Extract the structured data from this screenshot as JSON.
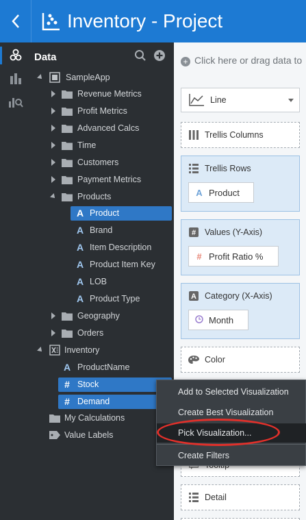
{
  "header": {
    "title": "Inventory - Project",
    "back_icon": "chevron-left-icon",
    "app_icon": "scatter-chart-icon",
    "bg": "#1d7ad3"
  },
  "rail": {
    "items": [
      {
        "icon": "data-elements-icon",
        "active": true
      },
      {
        "icon": "bar-chart-icon",
        "active": false
      },
      {
        "icon": "analytics-icon",
        "active": false
      }
    ]
  },
  "data_panel": {
    "title": "Data",
    "tree": [
      {
        "label": "SampleApp"
      },
      {
        "label": "Revenue Metrics"
      },
      {
        "label": "Profit Metrics"
      },
      {
        "label": "Advanced Calcs"
      },
      {
        "label": "Time"
      },
      {
        "label": "Customers"
      },
      {
        "label": "Payment Metrics"
      },
      {
        "label": "Products"
      },
      {
        "label": "Product"
      },
      {
        "label": "Brand"
      },
      {
        "label": "Item Description"
      },
      {
        "label": "Product Item Key"
      },
      {
        "label": "LOB"
      },
      {
        "label": "Product Type"
      },
      {
        "label": "Geography"
      },
      {
        "label": "Orders"
      },
      {
        "label": "Inventory"
      },
      {
        "label": "ProductName"
      },
      {
        "label": "Stock"
      },
      {
        "label": "Demand"
      },
      {
        "label": "My Calculations"
      },
      {
        "label": "Value Labels"
      }
    ]
  },
  "grammar": {
    "drop_hint": "Click here or drag data to",
    "viz_type": "Line",
    "zones": {
      "trellis_columns": "Trellis Columns",
      "trellis_rows": "Trellis Rows",
      "trellis_rows_pill": "Product",
      "values": "Values (Y-Axis)",
      "values_pill": "Profit Ratio %",
      "category": "Category (X-Axis)",
      "category_pill": "Month",
      "color": "Color",
      "tooltip": "Tooltip",
      "detail": "Detail"
    }
  },
  "context_menu": {
    "items": [
      "Add to Selected Visualization",
      "Create Best Visualization",
      "Pick Visualization...",
      "Create Filters"
    ],
    "highlight_color": "#e2302a"
  }
}
